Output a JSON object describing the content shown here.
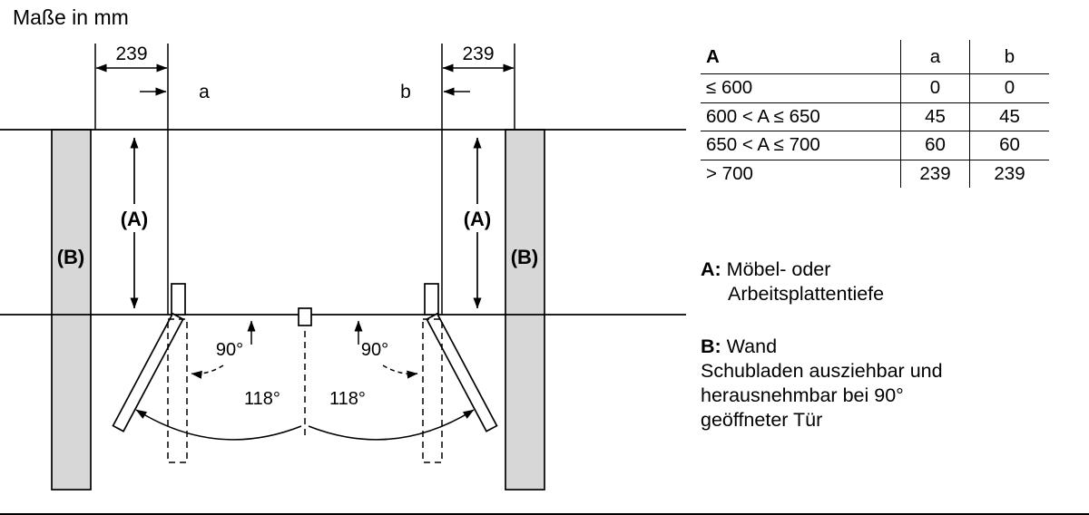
{
  "title": "Maße in mm",
  "diagram": {
    "dim_left": "239",
    "dim_right": "239",
    "label_a": "a",
    "label_b": "b",
    "depth_left": "(A)",
    "depth_right": "(A)",
    "wall_left": "(B)",
    "wall_right": "(B)",
    "angle90_left": "90°",
    "angle90_right": "90°",
    "angle118_left": "118°",
    "angle118_right": "118°"
  },
  "table": {
    "headers": [
      "A",
      "a",
      "b"
    ],
    "rows": [
      {
        "condition": "≤ 600",
        "a": "0",
        "b": "0"
      },
      {
        "condition": "600 < A ≤ 650",
        "a": "45",
        "b": "45"
      },
      {
        "condition": "650 < A ≤ 700",
        "a": "60",
        "b": "60"
      },
      {
        "condition": "> 700",
        "a": "239",
        "b": "239"
      }
    ]
  },
  "legend": {
    "a_key": "A:",
    "a_text1": "Möbel- oder",
    "a_text2": "Arbeitsplattentiefe",
    "b_key": "B:",
    "b_text": "Wand",
    "note1": "Schubladen ausziehbar und",
    "note2": "herausnehmbar bei 90°",
    "note3": "geöffneter Tür"
  },
  "colors": {
    "wall_fill": "#d7d7d7",
    "line": "#000000"
  }
}
